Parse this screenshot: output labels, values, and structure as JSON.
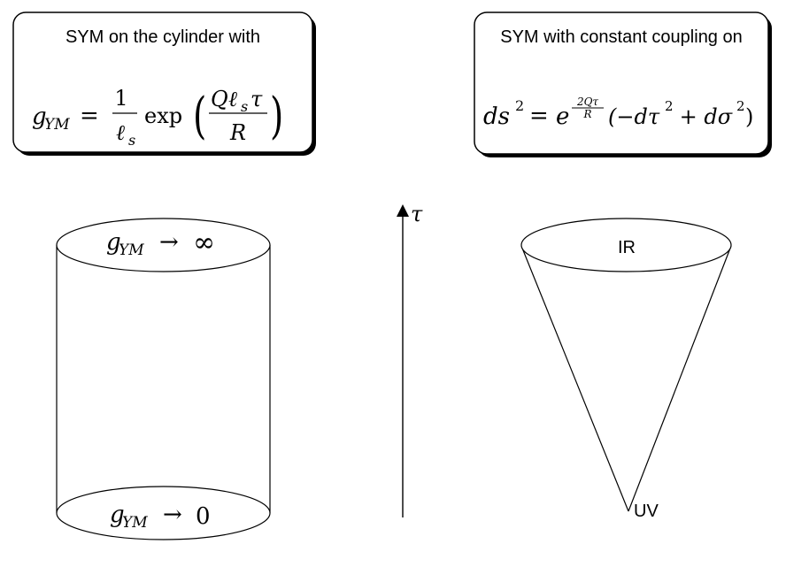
{
  "left_box": {
    "caption": "SYM on the cylinder with",
    "formula": {
      "g": "g",
      "g_sub": "YM",
      "eq": "=",
      "num_one": "1",
      "ell": "ℓ",
      "ell_sub": "s",
      "exp": "exp",
      "lparen": "(",
      "rparen": ")",
      "q": "Q",
      "q_ell": "ℓ",
      "q_ell_sub": "s",
      "tau": "τ",
      "den_r": "R"
    }
  },
  "right_box": {
    "caption": "SYM with constant coupling on",
    "formula": {
      "ds": "ds",
      "sq": "2",
      "eq": "=",
      "e": "e",
      "exp_num": "2Qτ",
      "exp_den": "R",
      "rest_a": "(−dτ",
      "rest_sq1": "2",
      "rest_b": " + dσ",
      "rest_sq2": "2",
      "rest_c": ")"
    }
  },
  "cylinder": {
    "top_label": {
      "g": "g",
      "sub": "YM",
      "arrow": "→",
      "value": "∞"
    },
    "bottom_label": {
      "g": "g",
      "sub": "YM",
      "arrow": "→",
      "value": "0"
    }
  },
  "time_axis": {
    "label": "τ"
  },
  "cone": {
    "top_label": "IR",
    "apex_label": "UV"
  },
  "colors": {
    "stroke": "#000000",
    "background": "#ffffff",
    "shadow": "#000000"
  }
}
